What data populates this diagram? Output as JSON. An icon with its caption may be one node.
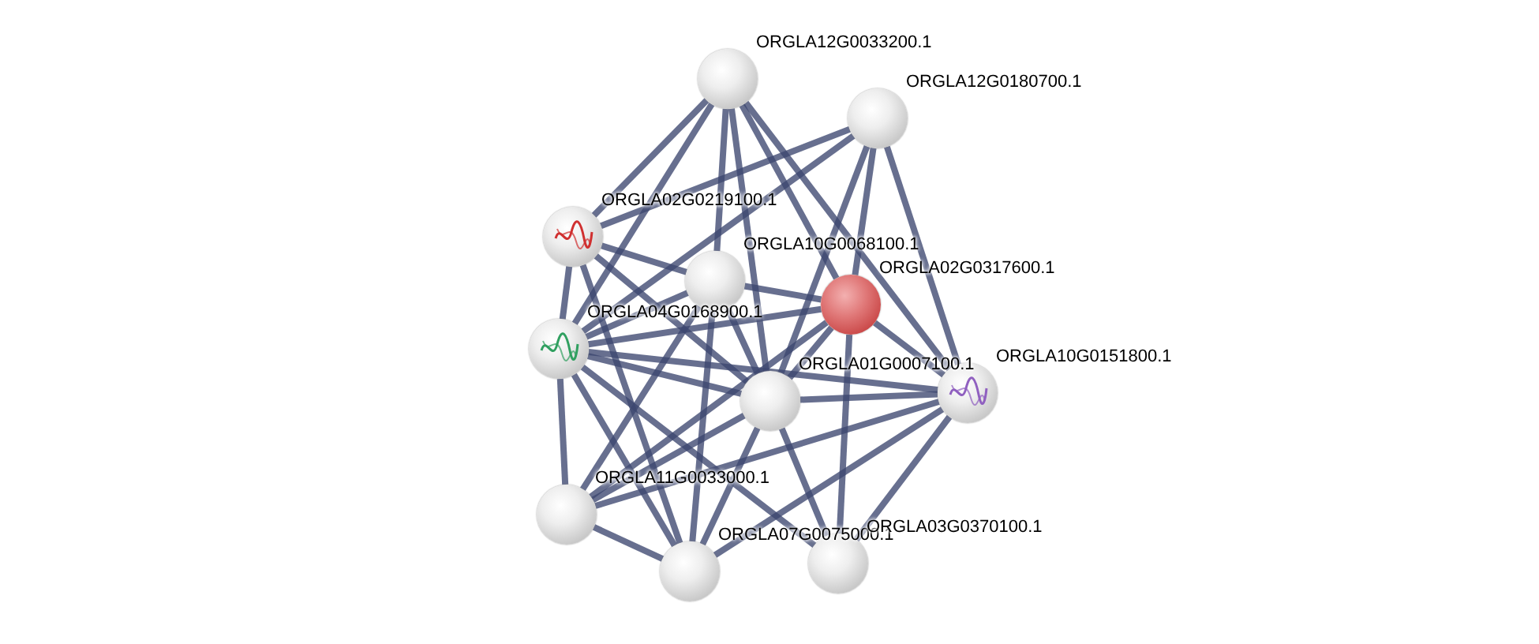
{
  "diagram": {
    "nodes": [
      {
        "text": [
          "ORGLA12G0033200.1"
        ]
      },
      {
        "text": [
          "ORGLA12G0180700.1"
        ]
      },
      {
        "text": [
          "ORGLA02G0219100.1"
        ]
      },
      {
        "text": [
          "ORGLA10G0068100.1"
        ]
      },
      {
        "text": [
          "ORGLA02G0317600.1"
        ]
      },
      {
        "text": [
          "ORGLA04G0168900.1"
        ]
      },
      {
        "text": [
          "ORGLA01G0007100.1"
        ]
      },
      {
        "text": [
          "ORGLA10G0151800.1"
        ]
      },
      {
        "text": [
          "ORGLA11G0033000.1"
        ]
      },
      {
        "text": [
          "ORGLA07G0075000.1"
        ]
      },
      {
        "text": [
          "ORGLA03G0370100.1"
        ]
      }
    ],
    "edges": [
      {
        "from": 0,
        "to": 2,
        "arrow": "none"
      },
      {
        "from": 0,
        "to": 3,
        "arrow": "none"
      },
      {
        "from": 0,
        "to": 4,
        "arrow": "none"
      },
      {
        "from": 0,
        "to": 5,
        "arrow": "none"
      },
      {
        "from": 0,
        "to": 6,
        "arrow": "none"
      },
      {
        "from": 0,
        "to": 7,
        "arrow": "none"
      },
      {
        "from": 1,
        "to": 2,
        "arrow": "none"
      },
      {
        "from": 1,
        "to": 5,
        "arrow": "none"
      },
      {
        "from": 1,
        "to": 4,
        "arrow": "none"
      },
      {
        "from": 1,
        "to": 6,
        "arrow": "none"
      },
      {
        "from": 1,
        "to": 7,
        "arrow": "none"
      },
      {
        "from": 2,
        "to": 3,
        "arrow": "none"
      },
      {
        "from": 2,
        "to": 5,
        "arrow": "none"
      },
      {
        "from": 2,
        "to": 6,
        "arrow": "none"
      },
      {
        "from": 2,
        "to": 9,
        "arrow": "none"
      },
      {
        "from": 3,
        "to": 4,
        "arrow": "none"
      },
      {
        "from": 3,
        "to": 5,
        "arrow": "none"
      },
      {
        "from": 3,
        "to": 6,
        "arrow": "none"
      },
      {
        "from": 3,
        "to": 8,
        "arrow": "none"
      },
      {
        "from": 3,
        "to": 9,
        "arrow": "none"
      },
      {
        "from": 4,
        "to": 5,
        "arrow": "none"
      },
      {
        "from": 4,
        "to": 6,
        "arrow": "none"
      },
      {
        "from": 4,
        "to": 7,
        "arrow": "none"
      },
      {
        "from": 4,
        "to": 8,
        "arrow": "none"
      },
      {
        "from": 4,
        "to": 10,
        "arrow": "none"
      },
      {
        "from": 5,
        "to": 6,
        "arrow": "none"
      },
      {
        "from": 5,
        "to": 7,
        "arrow": "none"
      },
      {
        "from": 5,
        "to": 8,
        "arrow": "none"
      },
      {
        "from": 5,
        "to": 9,
        "arrow": "none"
      },
      {
        "from": 5,
        "to": 10,
        "arrow": "none"
      },
      {
        "from": 6,
        "to": 7,
        "arrow": "none"
      },
      {
        "from": 6,
        "to": 8,
        "arrow": "none"
      },
      {
        "from": 6,
        "to": 9,
        "arrow": "none"
      },
      {
        "from": 6,
        "to": 10,
        "arrow": "none"
      },
      {
        "from": 7,
        "to": 8,
        "arrow": "none"
      },
      {
        "from": 7,
        "to": 9,
        "arrow": "none"
      },
      {
        "from": 7,
        "to": 10,
        "arrow": "none"
      },
      {
        "from": 8,
        "to": 9,
        "arrow": "none"
      }
    ]
  }
}
